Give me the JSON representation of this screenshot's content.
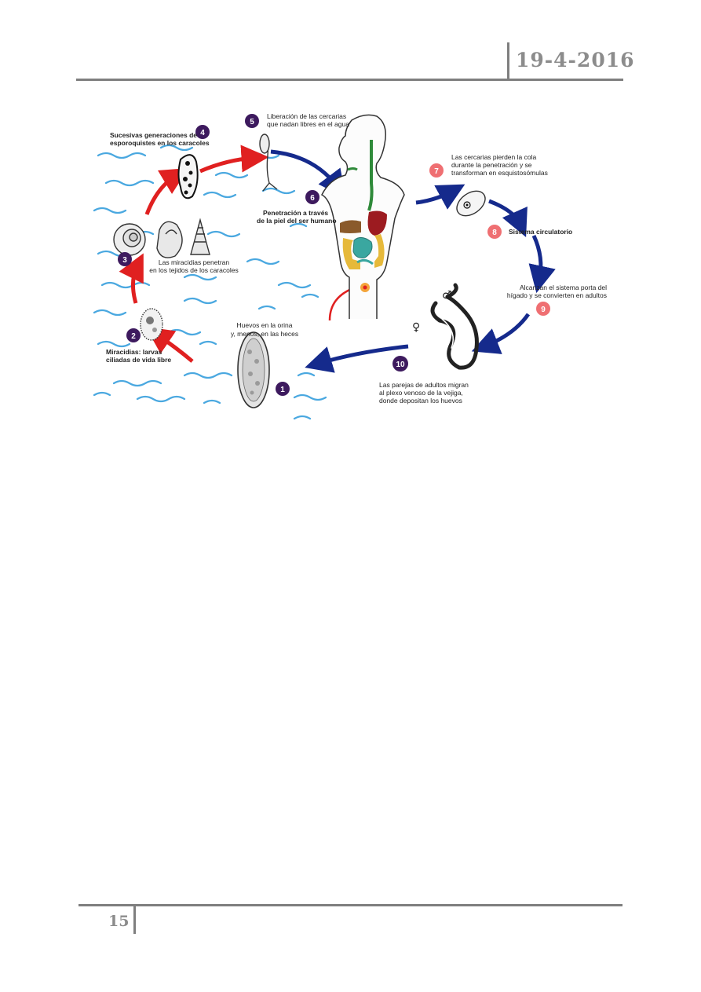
{
  "header": {
    "date": "19-4-2016"
  },
  "footer": {
    "page_number": "15"
  },
  "diagram": {
    "steps": [
      {
        "num": "1",
        "lines": [
          "Huevos en la orina",
          "y, menos, en las heces"
        ]
      },
      {
        "num": "2",
        "lines": [
          "Miracidias: larvas",
          "ciliadas de vida libre"
        ]
      },
      {
        "num": "3",
        "lines": [
          "Las miracidias penetran",
          "en los tejidos de los caracoles"
        ]
      },
      {
        "num": "4",
        "lines": [
          "Sucesivas generaciones de",
          "esporoquistes en los caracoles"
        ]
      },
      {
        "num": "5",
        "lines": [
          "Liberación de las cercarias",
          "que nadan libres en el agua"
        ]
      },
      {
        "num": "6",
        "lines": [
          "Penetración a través",
          "de la piel del ser humano"
        ]
      },
      {
        "num": "7",
        "lines": [
          "Las cercarias pierden la cola",
          "durante la penetración y se",
          "transforman en esquistosómulas"
        ]
      },
      {
        "num": "8",
        "lines": [
          "Sistema circulatorio"
        ]
      },
      {
        "num": "9",
        "lines": [
          "Alcanzan el sistema porta del",
          "hígado y se convierten en adultos"
        ]
      },
      {
        "num": "10",
        "lines": [
          "Las parejas de adultos migran",
          "al plexo venoso de la vejiga,",
          "donde depositan los huevos"
        ]
      }
    ],
    "symbols": {
      "female": "♀",
      "male": "♂"
    },
    "colors": {
      "badge_dark": "#3d1a5e",
      "badge_pink": "#ef6f72",
      "arrow_red": "#e02020",
      "arrow_blue": "#152a8c",
      "water": "#4aa8e0"
    }
  }
}
